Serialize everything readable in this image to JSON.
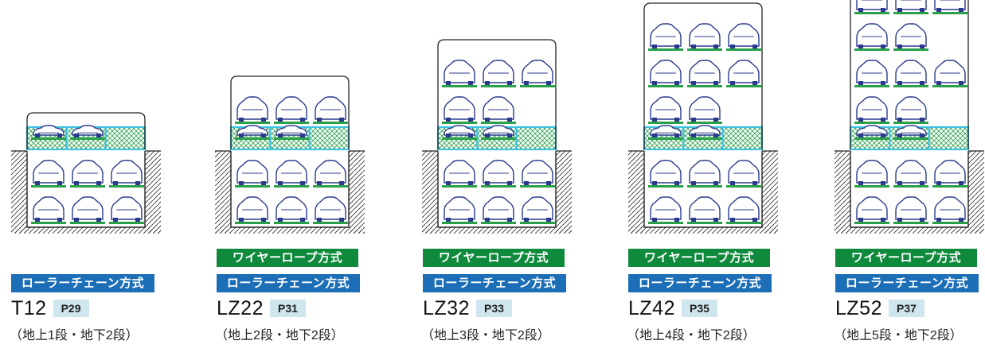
{
  "wire_rope_label": "ワイヤーロープ方式",
  "roller_chain_label": "ローラーチェーン方式",
  "colors": {
    "wire_rope_badge": "#0f8a3c",
    "roller_chain_badge": "#1c6eb7",
    "page_ref_bg": "#cfe6ee",
    "car_outline": "#2b3a8c",
    "pallet": "#2aa148",
    "transfer_deck": "#3cc0e0",
    "structure": "#222222"
  },
  "models": [
    {
      "name": "T12",
      "page": "P29",
      "levels": "（地上1段・地下2段）",
      "above": 1,
      "below": 2,
      "wire_rope": false
    },
    {
      "name": "LZ22",
      "page": "P31",
      "levels": "（地上2段・地下2段）",
      "above": 2,
      "below": 2,
      "wire_rope": true
    },
    {
      "name": "LZ32",
      "page": "P33",
      "levels": "（地上3段・地下2段）",
      "above": 3,
      "below": 2,
      "wire_rope": true
    },
    {
      "name": "LZ42",
      "page": "P35",
      "levels": "（地上4段・地下2段）",
      "above": 4,
      "below": 2,
      "wire_rope": true
    },
    {
      "name": "LZ52",
      "page": "P37",
      "levels": "（地上5段・地下2段）",
      "above": 5,
      "below": 2,
      "wire_rope": true
    }
  ]
}
